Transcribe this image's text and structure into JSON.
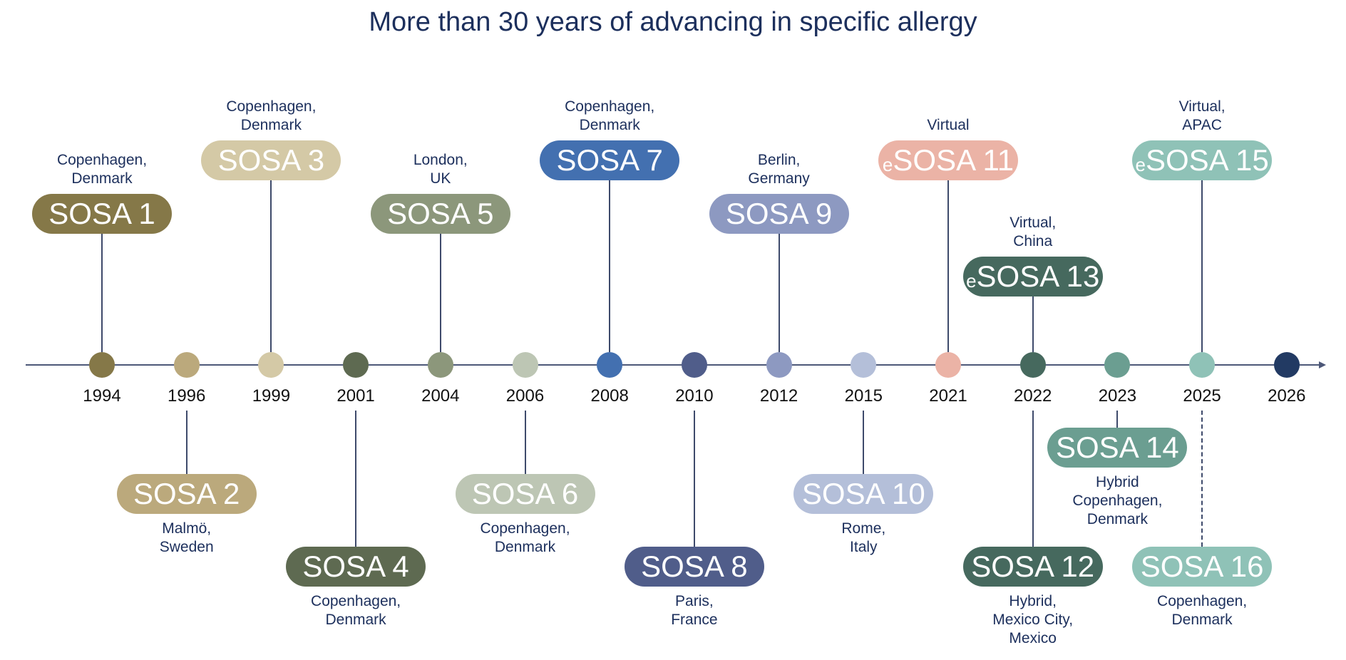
{
  "title": "More than 30 years of advancing in specific allergy",
  "colors": {
    "title": "#1c2f5c",
    "axis": "#4d5878",
    "location_text": "#1c2f5c"
  },
  "chart_data": {
    "type": "timeline",
    "title": "More than 30 years of advancing in specific allergy",
    "events": [
      {
        "prefix": "",
        "label": "SOSA 1",
        "year": "1994",
        "location": [
          "Copenhagen,",
          "Denmark"
        ],
        "side": "above",
        "level": 2,
        "color": "#857848",
        "text_color": "#ffffff",
        "dashed": false
      },
      {
        "prefix": "",
        "label": "SOSA 2",
        "year": "1996",
        "location": [
          "Malmö,",
          "Sweden"
        ],
        "side": "below",
        "level": 1,
        "color": "#bba97c",
        "text_color": "#ffffff",
        "dashed": false
      },
      {
        "prefix": "",
        "label": "SOSA 3",
        "year": "1999",
        "location": [
          "Copenhagen,",
          "Denmark"
        ],
        "side": "above",
        "level": 3,
        "color": "#d4c9a6",
        "text_color": "#ffffff",
        "dashed": false
      },
      {
        "prefix": "",
        "label": "SOSA 4",
        "year": "2001",
        "location": [
          "Copenhagen,",
          "Denmark"
        ],
        "side": "below",
        "level": 2,
        "color": "#5e6a51",
        "text_color": "#ffffff",
        "dashed": false
      },
      {
        "prefix": "",
        "label": "SOSA 5",
        "year": "2004",
        "location": [
          "London,",
          "UK"
        ],
        "side": "above",
        "level": 2,
        "color": "#8c977b",
        "text_color": "#ffffff",
        "dashed": false
      },
      {
        "prefix": "",
        "label": "SOSA 6",
        "year": "2006",
        "location": [
          "Copenhagen,",
          "Denmark"
        ],
        "side": "below",
        "level": 1,
        "color": "#bdc6b4",
        "text_color": "#ffffff",
        "dashed": false
      },
      {
        "prefix": "",
        "label": "SOSA 7",
        "year": "2008",
        "location": [
          "Copenhagen,",
          "Denmark"
        ],
        "side": "above",
        "level": 3,
        "color": "#4370b0",
        "text_color": "#ffffff",
        "dashed": false
      },
      {
        "prefix": "",
        "label": "SOSA 8",
        "year": "2010",
        "location": [
          "Paris,",
          "France"
        ],
        "side": "below",
        "level": 2,
        "color": "#505d8a",
        "text_color": "#ffffff",
        "dashed": false
      },
      {
        "prefix": "",
        "label": "SOSA 9",
        "year": "2012",
        "location": [
          "Berlin,",
          "Germany"
        ],
        "side": "above",
        "level": 2,
        "color": "#8d99c1",
        "text_color": "#ffffff",
        "dashed": false
      },
      {
        "prefix": "",
        "label": "SOSA 10",
        "year": "2015",
        "location": [
          "Rome,",
          "Italy"
        ],
        "side": "below",
        "level": 1,
        "color": "#b4bfd9",
        "text_color": "#ffffff",
        "dashed": false
      },
      {
        "prefix": "e",
        "label": "SOSA 11",
        "year": "2021",
        "location": [
          "Virtual"
        ],
        "side": "above",
        "level": 3,
        "color": "#ebb3a6",
        "text_color": "#ffffff",
        "dashed": false
      },
      {
        "prefix": "",
        "label": "SOSA 12",
        "year": "2022",
        "location": [
          "Hybrid,",
          "Mexico City,",
          "Mexico"
        ],
        "side": "below",
        "level": 2,
        "color": "#46695e",
        "text_color": "#ffffff",
        "dashed": false
      },
      {
        "prefix": "e",
        "label": "SOSA 13",
        "year": "",
        "location": [
          "Virtual,",
          "China"
        ],
        "side": "above",
        "level": 1,
        "color": "#46695e",
        "text_color": "#ffffff",
        "dashed": false
      },
      {
        "prefix": "",
        "label": "SOSA 14",
        "year": "2023",
        "location": [
          "Hybrid",
          "Copenhagen,",
          "Denmark"
        ],
        "side": "below",
        "level": 0,
        "color": "#6b9e91",
        "text_color": "#ffffff",
        "dashed": false
      },
      {
        "prefix": "e",
        "label": "SOSA 15",
        "year": "2025",
        "location": [
          "Virtual,",
          "APAC"
        ],
        "side": "above",
        "level": 3,
        "color": "#8fc2b7",
        "text_color": "#ffffff",
        "dashed": false
      },
      {
        "prefix": "",
        "label": "SOSA 16",
        "year": "",
        "location": [
          "Copenhagen,",
          "Denmark"
        ],
        "side": "below",
        "level": 2,
        "color": "#8fc2b7",
        "text_color": "#ffffff",
        "dashed": true
      },
      {
        "prefix": "",
        "label": "",
        "year": "2026",
        "location": [],
        "side": "none",
        "level": 0,
        "color": "#223a63",
        "text_color": "#ffffff",
        "dashed": false
      }
    ]
  }
}
